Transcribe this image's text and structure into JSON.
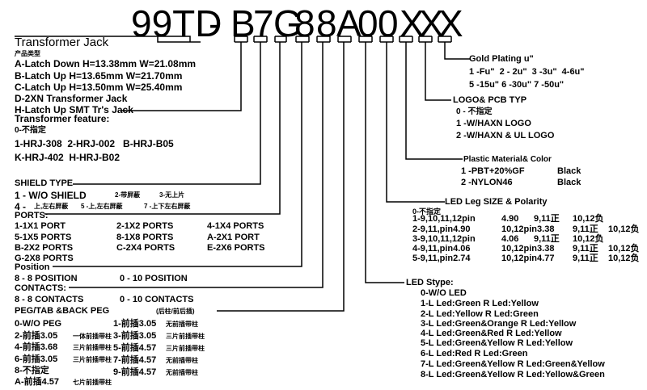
{
  "part_code": {
    "segments": [
      "99TD",
      "-",
      "B",
      "7",
      "G",
      "8",
      "8",
      "A",
      "0",
      "0",
      "X",
      "X",
      "X"
    ]
  },
  "left": {
    "transformer_jack": {
      "title": "Transformer Jack",
      "subtitle": "产品类型",
      "items": [
        "A-Latch Down H=13.38mm W=21.08mm",
        "B-Latch Up H=13.65mm W=21.70mm",
        "C-Latch Up H=13.50mm W=25.40mm",
        "D-2XN Transformer Jack",
        "H-Latch Up SMT Tr's Jack"
      ]
    },
    "transformer_feature": {
      "title": "Transformer feature:",
      "items": [
        "0-不指定",
        "1-HRJ-308  2-HRJ-002   B-HRJ-B05",
        "K-HRJ-402  H-HRJ-B02"
      ]
    },
    "shield_type": {
      "title": "SHIELD TYPE",
      "row1": "1 - W/O SHIELD",
      "row1b": "2-带屏蔽",
      "row1c": "3-无上片",
      "row2": "4 -",
      "row2b": "上,左右屏蔽",
      "row2c": "5 -上,左右屏蔽",
      "row2d": "7 -上下左右屏蔽"
    },
    "ports": {
      "title": "PORTS:",
      "rows": [
        [
          "1-1X1 PORT",
          "2-1X2 PORTS",
          "4-1X4 PORTS"
        ],
        [
          "5-1X5 PORTS",
          "8-1X8 PORTS",
          "A-2X1 PORT"
        ],
        [
          "B-2X2 PORTS",
          "C-2X4 PORTS",
          "E-2X6 PORTS"
        ],
        [
          "G-2X8 PORTS",
          "",
          ""
        ]
      ]
    },
    "position": {
      "title": "Position",
      "items": [
        "8 - 8 POSITION",
        "0 - 10 POSITION"
      ]
    },
    "contacts": {
      "title": "CONTACTS:",
      "items": [
        "8 - 8 CONTACTS",
        "0 - 10 CONTACTS"
      ]
    },
    "peg": {
      "title": "PEG/TAB &BACK PEG",
      "title_cjk": "(后柱/前后插)",
      "col1": [
        "0-W/O PEG",
        "2-前插3.05",
        "4-前插3.68",
        "6-前插3.05",
        "8-不指定",
        "A-前插4.57"
      ],
      "col1_cjk": [
        "",
        "一体前插带柱",
        "三片前插带柱",
        "三片前插带柱",
        "",
        "七片前插带柱"
      ],
      "col2": [
        "1-前插3.05",
        "3-前插3.05",
        "5-前插4.57",
        "7-前插4.57",
        "9-前插4.57"
      ],
      "col2_cjk": [
        "无前插带柱",
        "三片前插带柱",
        "三片前插带柱",
        "无前插带柱",
        "无前插带柱"
      ]
    }
  },
  "right": {
    "gold_plating": {
      "title": "Gold Plating u\"",
      "items": [
        "1 -Fu\"  2 - 2u\"  3 -3u\"  4-6u\"",
        "5 -15u\" 6 -30u\" 7 -50u\""
      ]
    },
    "logo": {
      "title": "LOGO& PCB TYP",
      "items": [
        "0 - 不指定",
        "1 -W/HAXN LOGO",
        "2 -W/HAXN & UL LOGO"
      ]
    },
    "plastic": {
      "title": "Plastic Material& Color",
      "items": [
        [
          "1 -PBT+20%GF",
          "Black"
        ],
        [
          "2 -NYLON46",
          "Black"
        ]
      ]
    },
    "led_leg": {
      "title": "LED Leg SIZE & Polarity",
      "items": [
        [
          "0-不指定",
          "",
          "",
          "",
          ""
        ],
        [
          "1-9,10,11,12pin",
          "4.90",
          "9,11正",
          "10,12负",
          ""
        ],
        [
          "2-9,11,pin4.90",
          "10,12pin3.38",
          "9,11正",
          "10,12负",
          ""
        ],
        [
          "3-9,10,11,12pin",
          "4.06",
          "9,11正",
          "10,12负",
          ""
        ],
        [
          "4-9,11,pin4.06",
          "10,12pin3.38",
          "9,11正",
          "10,12负",
          ""
        ],
        [
          "5-9,11,pin2.74",
          "10,12pin4.77",
          "9,11正",
          "10,12负",
          ""
        ]
      ]
    },
    "led_stype": {
      "title": "LED Stype:",
      "items": [
        "0-W/O LED",
        "1-L Led:Green R Led:Yellow",
        "2-L Led:Yellow R Led:Green",
        "3-L Led:Green&Orange R Led:Yellow",
        "4-L Led:Green&Red R Led:Yellow",
        "5-L Led:Green&Yellow R Led:Yellow",
        "6-L Led:Red R Led:Green",
        "7-L Led:Green&Yellow R Led:Green&Yellow",
        "8-L Led:Green&Yellow R Led:Yellow&Green"
      ]
    }
  }
}
